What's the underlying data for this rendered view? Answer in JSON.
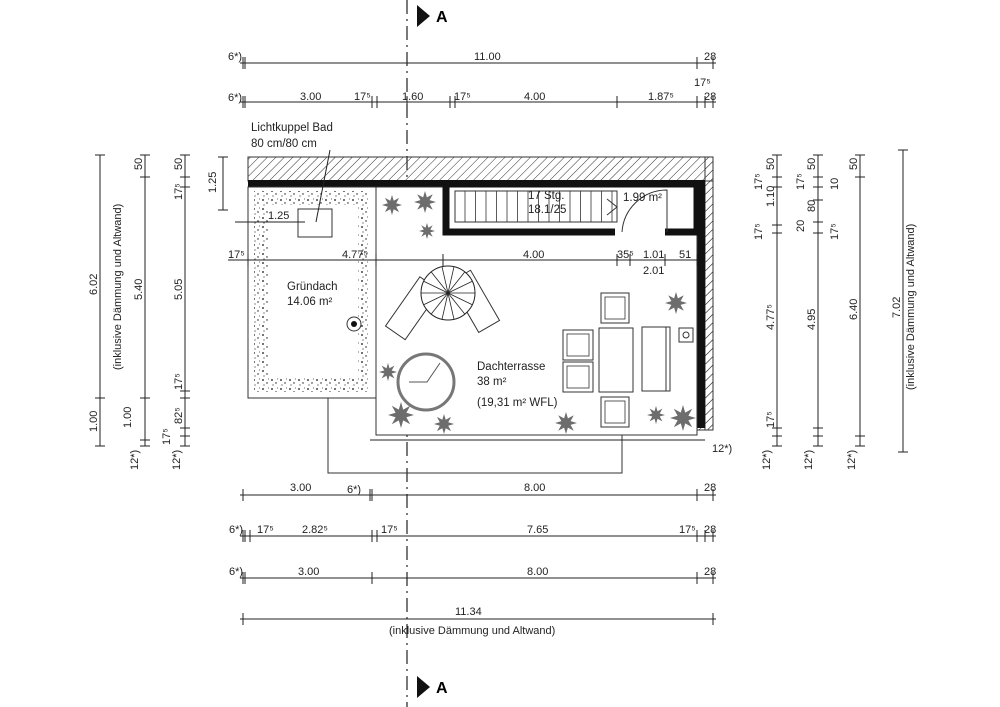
{
  "section_marker": {
    "label": "A"
  },
  "labels": {
    "skylight": "Lichtkuppel Bad",
    "skylight_size": "80 cm/80 cm",
    "green_roof": "Gründach",
    "green_roof_area": "14.06 m²",
    "stairs": "17 Stg.",
    "stairs_ratio": "18.1/25",
    "stair_area": "1.99 m²",
    "terrace": "Dachterrasse",
    "terrace_area": "38 m²",
    "terrace_wfl": "(19,31 m² WFL)",
    "incl_note": "(inklusive Dämmung und Altwand)"
  },
  "dims_top": {
    "row1": {
      "left": "6*)",
      "total": "11.00",
      "right": "28"
    },
    "row2": {
      "left": "6*)",
      "a": "3.00",
      "b": "17⁵",
      "c": "1.60",
      "d": "17⁵",
      "e": "4.00",
      "f": "1.87⁵",
      "g": "17⁵",
      "h": "28"
    }
  },
  "dims_inner": {
    "skylight_w": "1.25",
    "skylight_h": "1.25",
    "wall": "17⁵",
    "green_w": "4.77⁵",
    "terrace_w": "4.00",
    "s1": "35⁵",
    "s2": "1.01",
    "s3": "51",
    "s4": "2.01"
  },
  "dims_bottom": {
    "row1": {
      "a": "3.00",
      "b": "6*)",
      "c": "8.00",
      "d": "28"
    },
    "row2": {
      "left": "6*)",
      "a": "17⁵",
      "b": "2.82⁵",
      "c": "17⁵",
      "d": "7.65",
      "e": "17⁵",
      "f": "28"
    },
    "row3": {
      "left": "6*)",
      "a": "3.00",
      "b": "8.00",
      "c": "28"
    },
    "row4": {
      "total": "11.34"
    },
    "right_note": "12*)"
  },
  "dims_left": {
    "c1": {
      "total": "6.02",
      "bottom": "1.00"
    },
    "c2": {
      "top": "50",
      "mid": "5.40",
      "bottom": "1.00",
      "extra": "12*)"
    },
    "c3": {
      "top": "50",
      "a": "17⁵",
      "mid": "5.05",
      "b": "17⁵",
      "c": "82⁵",
      "d": "17⁵",
      "extra": "12*)"
    }
  },
  "dims_right": {
    "c1": {
      "top": "50",
      "a": "17⁵",
      "b": "1.10",
      "c": "17⁵",
      "mid": "4.77⁵",
      "d": "17⁵",
      "extra": "12*)"
    },
    "c2": {
      "top": "50",
      "a": "17⁵",
      "b": "10",
      "c": "80",
      "d": "20",
      "e": "17⁵",
      "mid": "4.95",
      "extra": "12*)"
    },
    "c3": {
      "top": "50",
      "mid": "6.40",
      "extra": "12*)"
    },
    "c4": {
      "total": "7.02"
    }
  }
}
